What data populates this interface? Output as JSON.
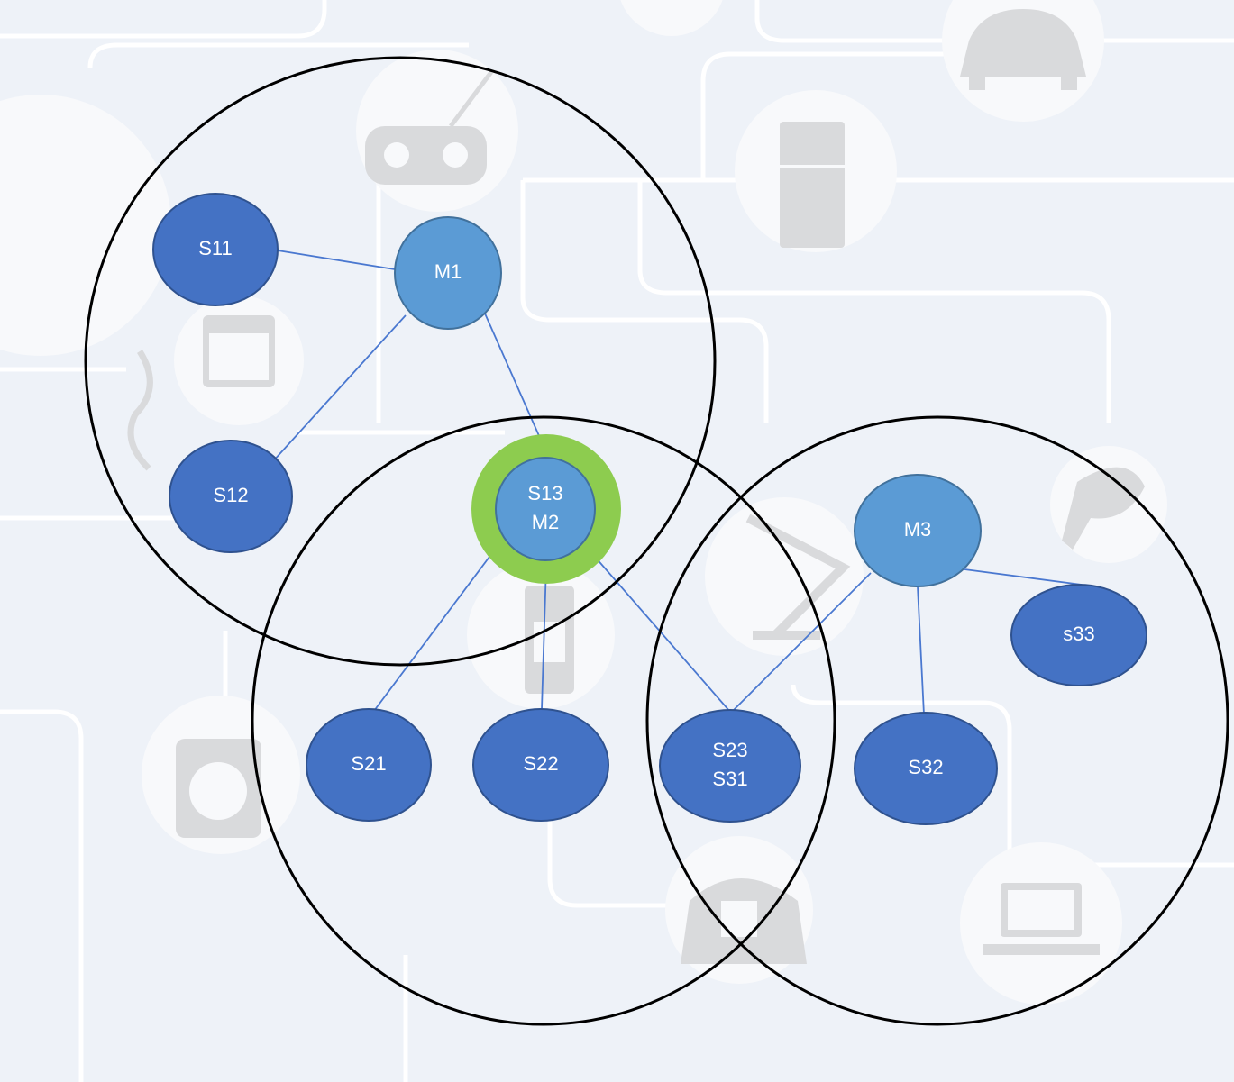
{
  "diagram": {
    "colors": {
      "background": "#eef2f8",
      "slave_node": "#4472c4",
      "master_node": "#5b9bd5",
      "bridge_ring": "#8dcc4f",
      "link": "#4a78d0",
      "cluster_outline": "#000000"
    },
    "background_icons": [
      "calendar-icon",
      "radio-icon",
      "car-icon",
      "fridge-icon",
      "music-note-icon",
      "kitchen-scale-icon",
      "watch-icon",
      "desk-lamp-icon",
      "hair-dryer-icon",
      "telephone-icon",
      "laptop-icon"
    ],
    "nodes": {
      "s11": {
        "label": "S11"
      },
      "m1": {
        "label": "M1"
      },
      "s12": {
        "label": "S12"
      },
      "s13m2": {
        "line1": "S13",
        "line2": "M2"
      },
      "m3": {
        "label": "M3"
      },
      "s33": {
        "label": "s33"
      },
      "s21": {
        "label": "S21"
      },
      "s22": {
        "label": "S22"
      },
      "s23s31": {
        "line1": "S23",
        "line2": "S31"
      },
      "s32": {
        "label": "S32"
      }
    },
    "links": [
      [
        "S11",
        "M1"
      ],
      [
        "M1",
        "S12"
      ],
      [
        "M1",
        "S13/M2"
      ],
      [
        "S13/M2",
        "S21"
      ],
      [
        "S13/M2",
        "S22"
      ],
      [
        "S13/M2",
        "S23/S31"
      ],
      [
        "M3",
        "S23/S31"
      ],
      [
        "M3",
        "S32"
      ],
      [
        "M3",
        "s33"
      ]
    ]
  }
}
